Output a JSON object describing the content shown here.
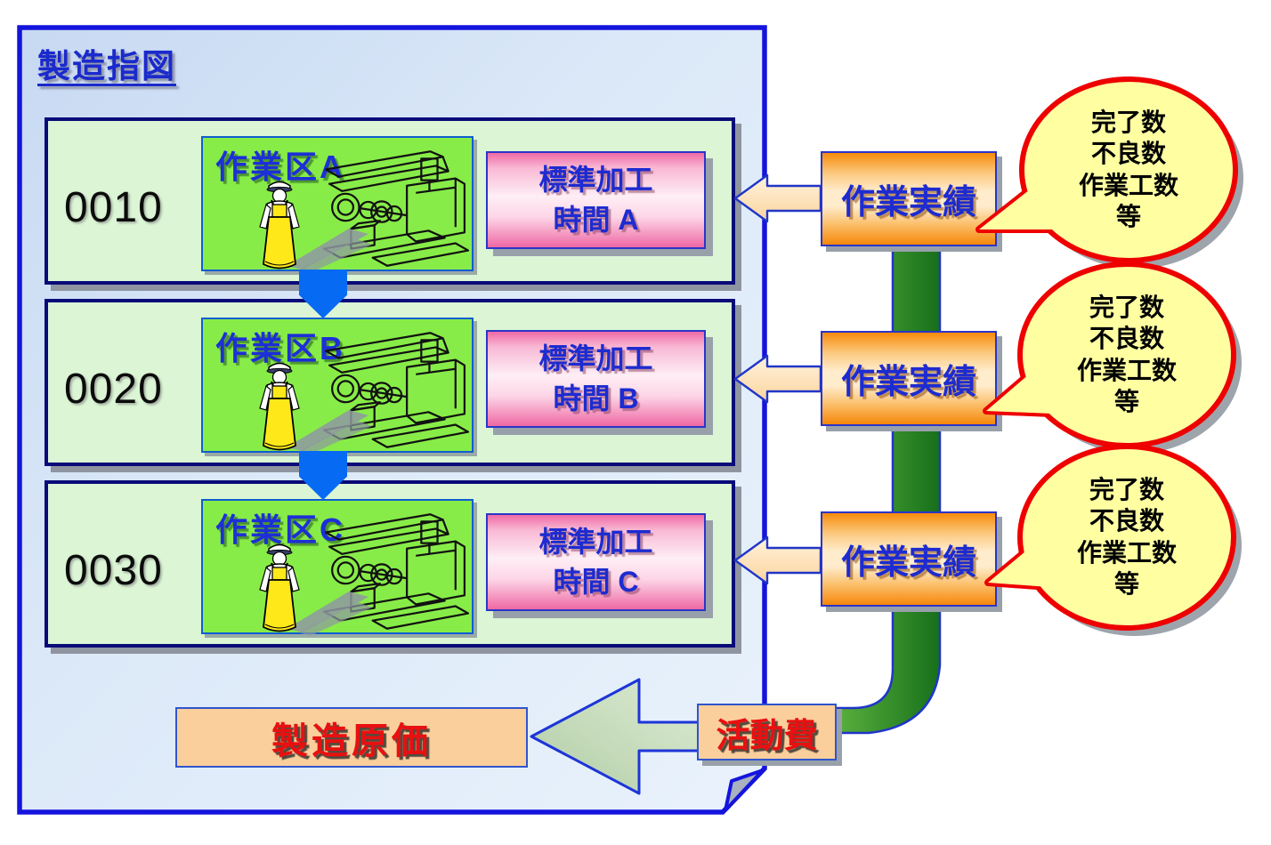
{
  "document": {
    "title": "製造指図"
  },
  "rows": [
    {
      "op_no": "0010",
      "work_center": "作業区A",
      "std_line1": "標準加工",
      "std_line2": "時間 A",
      "work_result": "作業実績",
      "bubble": [
        "完了数",
        "不良数",
        "作業工数",
        "等"
      ]
    },
    {
      "op_no": "0020",
      "work_center": "作業区B",
      "std_line1": "標準加工",
      "std_line2": "時間 B",
      "work_result": "作業実績",
      "bubble": [
        "完了数",
        "不良数",
        "作業工数",
        "等"
      ]
    },
    {
      "op_no": "0030",
      "work_center": "作業区C",
      "std_line1": "標準加工",
      "std_line2": "時間 C",
      "work_result": "作業実績",
      "bubble": [
        "完了数",
        "不良数",
        "作業工数",
        "等"
      ]
    }
  ],
  "footer": {
    "manufacturing_cost": "製造原価",
    "activity_cost": "活動費"
  },
  "colors": {
    "document_border": "#1414dd",
    "document_fill": "#dce9f8",
    "row_fill": "#dbf5d5",
    "row_border": "#0a0a78",
    "work_center_fill": "#88ec48",
    "pink_box_mid": "#feeef5",
    "pink_box_edge": "#ee68a4",
    "orange_box_edge": "#f6870a",
    "orange_box_mid": "#ffeccd",
    "bubble_fill": "#ffffa2",
    "bubble_border": "#ee0000",
    "pipe_green_dark": "#17701a",
    "pipe_green_light": "#5cb23e",
    "down_arrow_blue": "#076af2",
    "cost_text_red": "#e81010",
    "label_text_blue": "#1d2bd0"
  }
}
